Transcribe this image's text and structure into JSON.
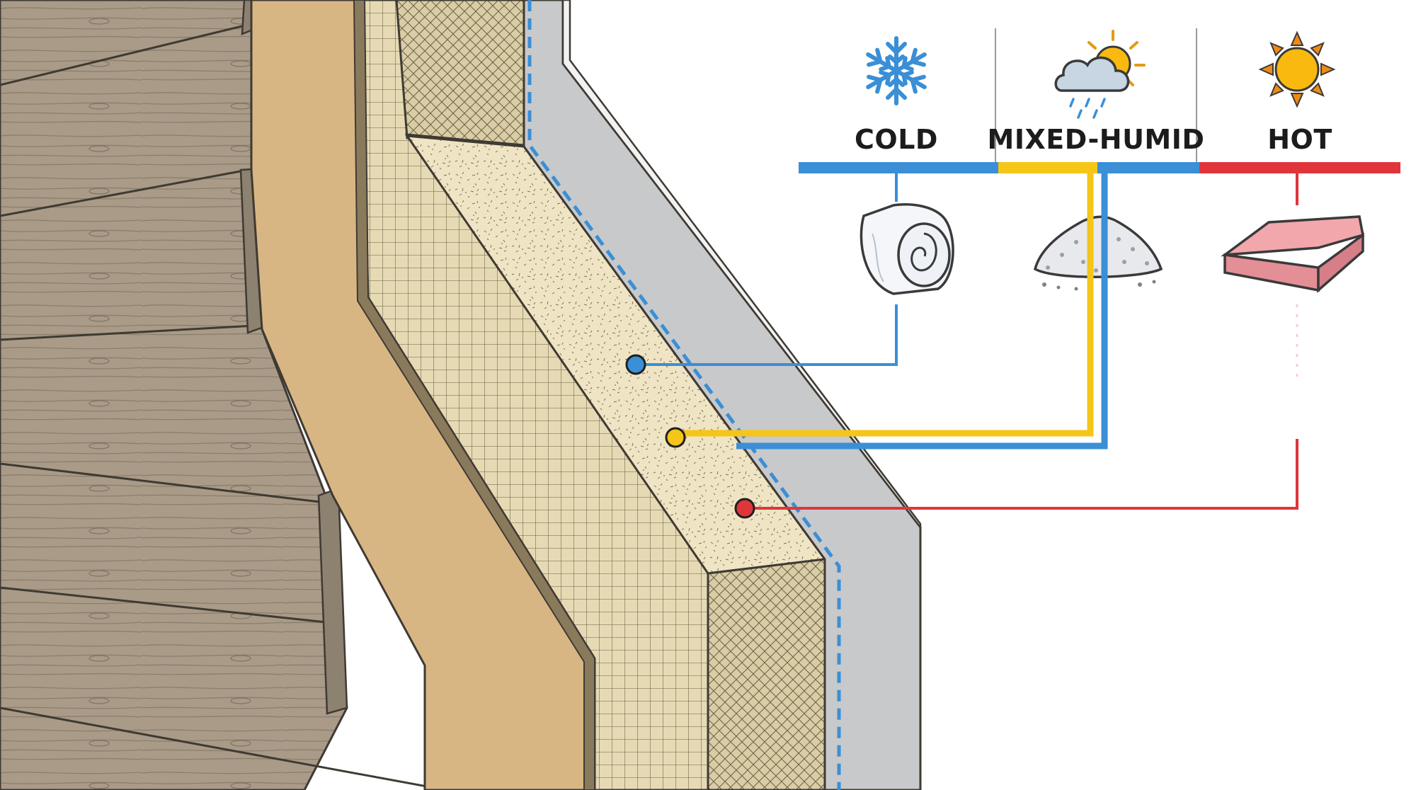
{
  "diagram": {
    "zones": [
      {
        "id": "cold",
        "label": "COLD",
        "icon": "snowflake-icon",
        "material_icon": "fiberglass-batt-roll-icon",
        "color": "#3a8fd6"
      },
      {
        "id": "mixed",
        "label": "MIXED-HUMID",
        "icon": "sun-cloud-rain-icon",
        "material_icon": "loose-fill-insulation-icon",
        "color": "#f5c518"
      },
      {
        "id": "hot",
        "label": "HOT",
        "icon": "sun-icon",
        "material_icon": "rigid-foam-board-icon",
        "color": "#e0353b"
      }
    ],
    "wall_layers": [
      "wood-siding",
      "sheathing-board",
      "mesh-layer",
      "insulation-core",
      "vapor-barrier-line",
      "drywall-panel"
    ],
    "colors": {
      "cold": "#3a8fd6",
      "mixed": "#f5c518",
      "hot": "#e0353b",
      "siding": "#a89a87",
      "sheathing": "#d7b587",
      "insulation": "#ece2bf",
      "mesh": "#e3d7b0",
      "drywall": "#c8c9cb"
    }
  }
}
